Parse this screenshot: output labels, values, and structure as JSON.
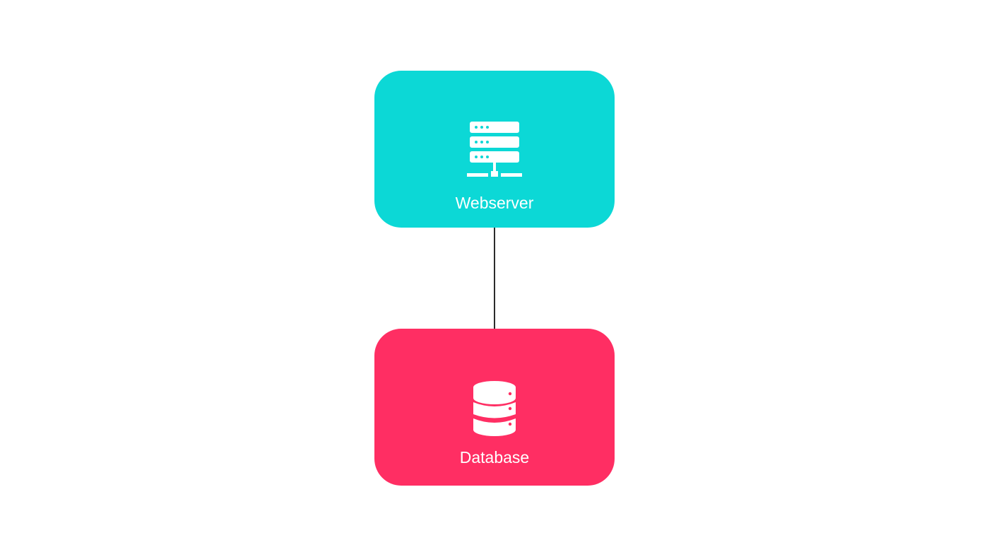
{
  "diagram": {
    "nodes": [
      {
        "id": "webserver",
        "label": "Webserver",
        "icon": "server-rack-icon",
        "color": "#0cd8d6"
      },
      {
        "id": "database",
        "label": "Database",
        "icon": "database-icon",
        "color": "#ff2e63"
      }
    ],
    "edges": [
      {
        "from": "webserver",
        "to": "database",
        "color": "#2b2b2b"
      }
    ],
    "icon_color": "#ffffff"
  }
}
